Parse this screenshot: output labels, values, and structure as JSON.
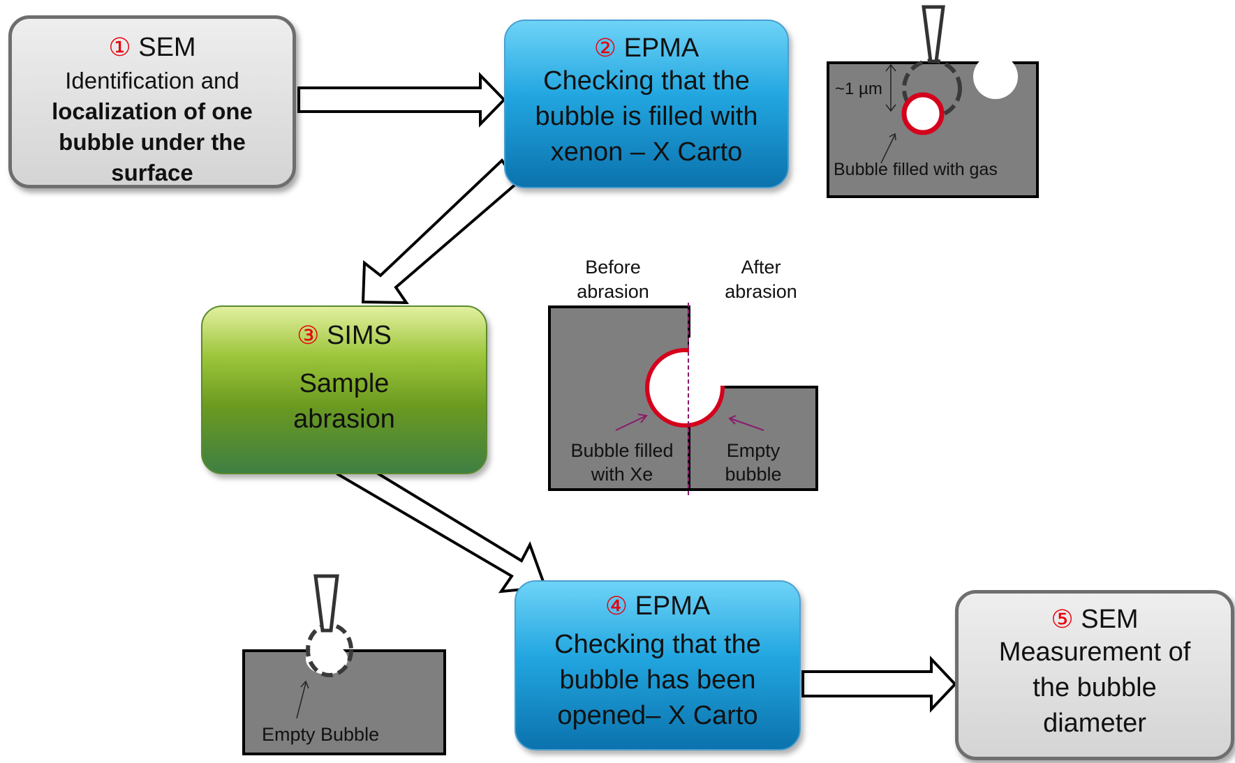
{
  "boxes": {
    "b1": {
      "num": "①",
      "title": "SEM",
      "line1": "Identification and",
      "bold": "localization of one bubble under the surface"
    },
    "b2": {
      "num": "②",
      "title": "EPMA",
      "text": "Checking that the bubble is filled with xenon – X Carto"
    },
    "b3": {
      "num": "③",
      "title": "SIMS",
      "text": "Sample abrasion"
    },
    "b4": {
      "num": "④",
      "title": "EPMA",
      "text": "Checking that the bubble has been opened– X Carto"
    },
    "b5": {
      "num": "⑤",
      "title": "SEM",
      "text": "Measurement of the bubble diameter"
    }
  },
  "panel_epma": {
    "scale": "~1 µm",
    "caption": "Bubble filled with gas"
  },
  "panel_abrasion": {
    "before": "Before abrasion",
    "after": "After abrasion",
    "left_caption": "Bubble filled with  Xe",
    "right_caption": "Empty bubble"
  },
  "panel_empty": {
    "caption": "Empty Bubble"
  },
  "colors": {
    "bubble_rim": "#d5001c",
    "sample": "#7f7f7f",
    "arrow": "#000000",
    "pointer": "#8b1a6b"
  }
}
